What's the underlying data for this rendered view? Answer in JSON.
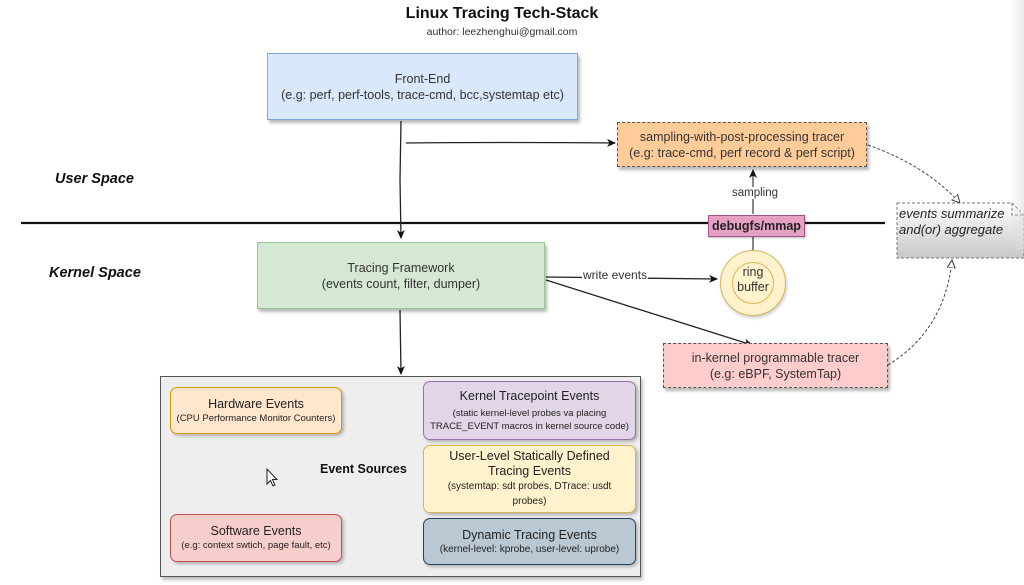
{
  "header": {
    "title": "Linux Tracing Tech-Stack",
    "author": "author: leezhenghui@gmail.com"
  },
  "regions": {
    "user_space": "User Space",
    "kernel_space": "Kernel Space"
  },
  "nodes": {
    "front_end": {
      "title": "Front-End",
      "subtitle": "(e.g: perf, perf-tools, trace-cmd, bcc,systemtap etc)"
    },
    "tracing_framework": {
      "title": "Tracing Framework",
      "subtitle": "(events count, filter, dumper)"
    },
    "sampling_tracer": {
      "title": "sampling-with-post-processing tracer",
      "subtitle": "(e.g: trace-cmd, perf record & perf script)"
    },
    "inkernel_tracer": {
      "title": "in-kernel programmable tracer",
      "subtitle": "(e.g: eBPF, SystemTap)"
    },
    "debugfs": "debugfs/mmap",
    "ring_buffer": {
      "line1": "ring",
      "line2": "buffer"
    },
    "summary_note": {
      "line1": "events summarize",
      "line2": "and(or) aggregate"
    }
  },
  "edge_labels": {
    "sampling": "sampling",
    "write_events": "write events"
  },
  "event_sources": {
    "label": "Event Sources",
    "hardware": {
      "title": "Hardware Events",
      "subtitle": "(CPU Performance Monitor Counters)"
    },
    "software": {
      "title": "Software Events",
      "subtitle": "(e.g: context swtich, page fault, etc)"
    },
    "kernel_tracepoint": {
      "title": "Kernel Tracepoint Events",
      "subtitle1": "(static kernel-level probes va placing",
      "subtitle2": "TRACE_EVENT macros in kernel source code)"
    },
    "usdt": {
      "title1": "User-Level Statically Defined",
      "title2": "Tracing Events",
      "subtitle1": "(systemtap: sdt probes, DTrace: usdt",
      "subtitle2": "probes)"
    },
    "dynamic": {
      "title": "Dynamic Tracing Events",
      "subtitle": "(kernel-level: kprobe, user-level: uprobe)"
    }
  },
  "colors": {
    "front_end_fill": "#dae8fc",
    "framework_fill": "#d5e8d4",
    "sampling_tracer_fill": "#ffcc99",
    "inkernel_tracer_fill": "#ffcccc",
    "debugfs_fill": "#e6a0c4",
    "ring_buffer_fill": "#fff2cc",
    "event_sources_fill": "#eeeeee"
  }
}
